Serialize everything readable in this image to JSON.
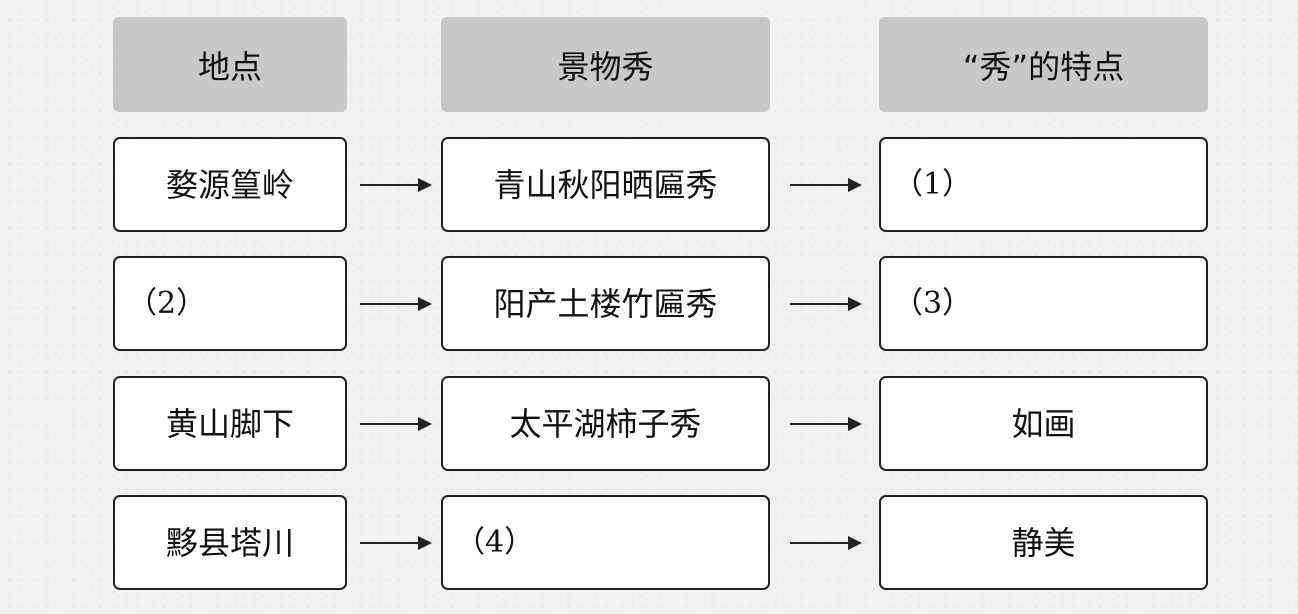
{
  "headers": {
    "location": "地点",
    "scenery": "景物秀",
    "feature": "“秀”的特点"
  },
  "rows": [
    {
      "location": "婺源篁岭",
      "scenery": "青山秋阳晒匾秀",
      "feature": "（1）"
    },
    {
      "location": "（2）",
      "scenery": "阳产土楼竹匾秀",
      "feature": "（3）"
    },
    {
      "location": "黄山脚下",
      "scenery": "太平湖柿子秀",
      "feature": "如画"
    },
    {
      "location": "黟县塔川",
      "scenery": "（4）",
      "feature": "静美"
    }
  ]
}
